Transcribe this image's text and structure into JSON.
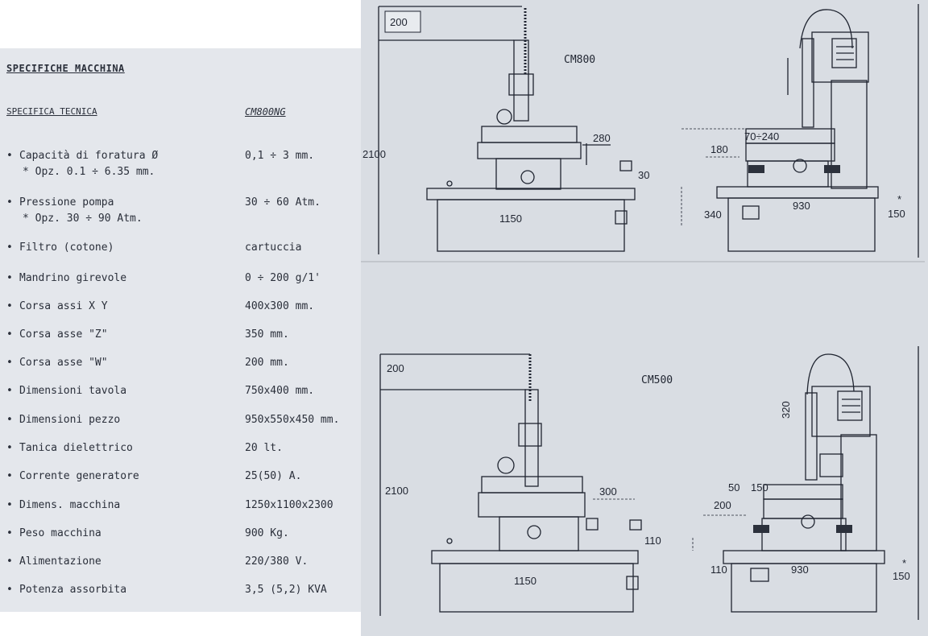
{
  "spec": {
    "title": "SPECIFICHE MACCHINA",
    "col_left": "SPECIFICA TECNICA",
    "col_right": "CM800NG",
    "rows": [
      {
        "label": "Capacità di foratura Ø",
        "value": "0,1 ÷ 3 mm.",
        "sub": "* Opz. 0.1 ÷ 6.35 mm."
      },
      {
        "label": "Pressione pompa",
        "value": "30 ÷ 60 Atm.",
        "sub": "* Opz.  30 ÷ 90  Atm."
      },
      {
        "label": "Filtro (cotone)",
        "value": "cartuccia"
      },
      {
        "label": "Mandrino girevole",
        "value": "0 ÷ 200 g/1'"
      },
      {
        "label": "Corsa assi X Y",
        "value": "400x300 mm."
      },
      {
        "label": "Corsa asse \"Z\"",
        "value": "350     mm."
      },
      {
        "label": "Corsa asse \"W\"",
        "value": "200     mm."
      },
      {
        "label": "Dimensioni tavola",
        "value": "750x400 mm."
      },
      {
        "label": "Dimensioni pezzo",
        "value": "950x550x450 mm."
      },
      {
        "label": "Tanica dielettrico",
        "value": "20      lt."
      },
      {
        "label": "Corrente generatore",
        "value": "25(50)  A."
      },
      {
        "label": "Dimens. macchina",
        "value": "1250x1100x2300"
      },
      {
        "label": "Peso macchina",
        "value": "900     Kg."
      },
      {
        "label": "Alimentazione",
        "value": "220/380 V."
      },
      {
        "label": "Potenza assorbita",
        "value": "3,5 (5,2) KVA"
      }
    ]
  },
  "drawing_top": {
    "model": "CM800",
    "dims": {
      "d200": "200",
      "d2100": "2100",
      "d280": "280",
      "d30": "30",
      "d1150": "1150",
      "d180": "180",
      "d70_240": "70÷240",
      "d340": "340",
      "d930": "930",
      "d150": "150",
      "star": "*"
    }
  },
  "drawing_bottom": {
    "model": "CM500",
    "dims": {
      "d200": "200",
      "d2100": "2100",
      "d300": "300",
      "d110a": "110",
      "d1150": "1150",
      "d320": "320",
      "d50": "50",
      "d150a": "150",
      "d200b": "200",
      "d110b": "110",
      "d930": "930",
      "d150": "150",
      "star": "*"
    }
  }
}
